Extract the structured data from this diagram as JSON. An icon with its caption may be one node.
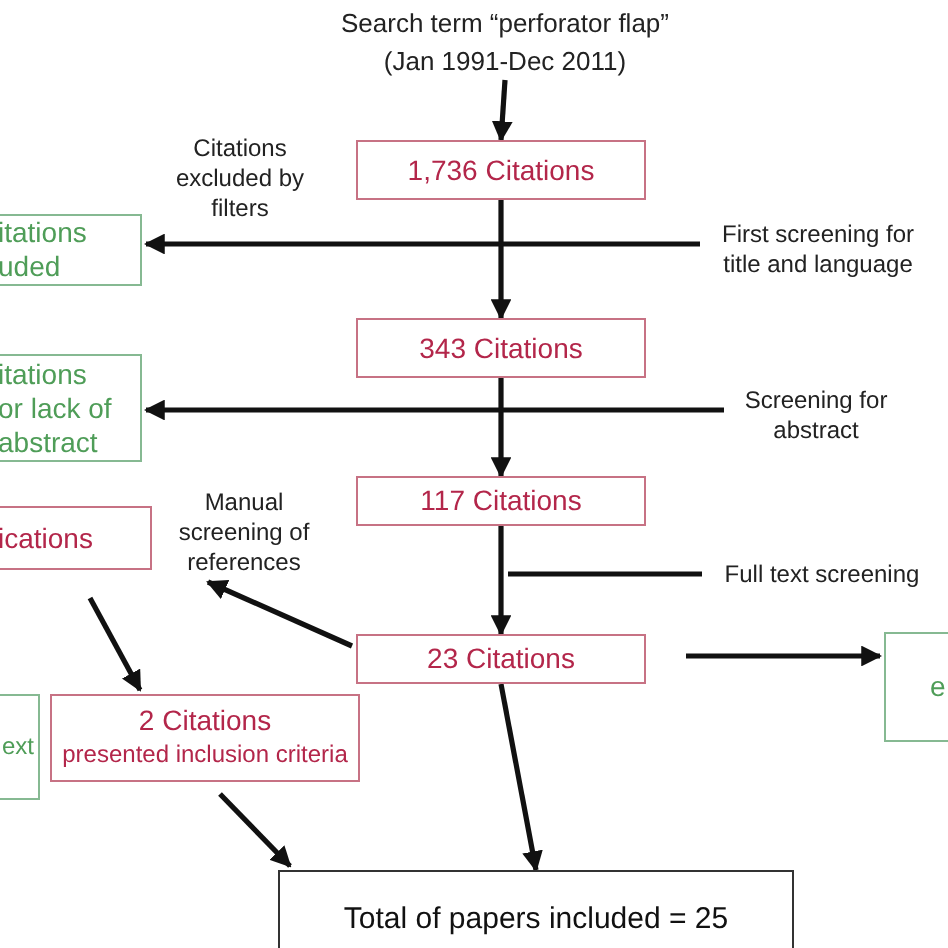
{
  "diagram": {
    "nodes": [
      {
        "text": [
          "Search term “perforator flap” (Jan 1991-Dec 2011)"
        ]
      },
      {
        "text": [
          "1,736 Citations"
        ]
      },
      {
        "text": [
          "itations",
          "uded"
        ]
      },
      {
        "text": [
          "First screening for title and language"
        ]
      },
      {
        "text": [
          "343 Citations"
        ]
      },
      {
        "text": [
          "itations",
          "or lack of",
          "abstract"
        ]
      },
      {
        "text": [
          "Screening for abstract"
        ]
      },
      {
        "text": [
          "117 Citations"
        ]
      },
      {
        "text": [
          "ications"
        ]
      },
      {
        "text": [
          "Manual screening of references"
        ]
      },
      {
        "text": [
          "Full text screening"
        ]
      },
      {
        "text": [
          "23 Citations"
        ]
      },
      {
        "text": [
          "e"
        ]
      },
      {
        "text": [
          "ext"
        ]
      },
      {
        "text": [
          "2 Citations",
          "presented inclusion criteria"
        ]
      },
      {
        "text": [
          "Total of papers included = 25"
        ]
      }
    ],
    "edges": [
      {
        "from": 0,
        "to": 1,
        "arrow": "to"
      },
      {
        "from": 1,
        "to": 4,
        "arrow": "to"
      },
      {
        "from": 3,
        "to": 2,
        "arrow": "to"
      },
      {
        "from": 4,
        "to": 7,
        "arrow": "to"
      },
      {
        "from": 6,
        "to": 5,
        "arrow": "to"
      },
      {
        "from": 7,
        "to": 11,
        "arrow": "to"
      },
      {
        "from": 10,
        "to": null,
        "arrow": "none"
      },
      {
        "from": 11,
        "to": 9,
        "arrow": "to"
      },
      {
        "from": 11,
        "to": 12,
        "arrow": "to"
      },
      {
        "from": 8,
        "to": 14,
        "arrow": "to"
      },
      {
        "from": 14,
        "to": 15,
        "arrow": "to"
      },
      {
        "from": 11,
        "to": 15,
        "arrow": "to"
      }
    ],
    "labels": [
      "Citations excluded by filters"
    ]
  }
}
